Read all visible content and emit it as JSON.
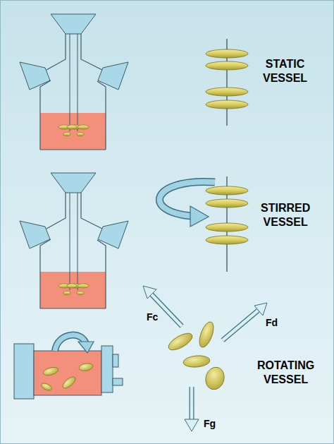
{
  "diagram": {
    "labels": [
      "STATIC VESSEL",
      "STIRRED VESSEL",
      "ROTATING VESSEL",
      "Fc",
      "Fd",
      "Fg"
    ]
  }
}
